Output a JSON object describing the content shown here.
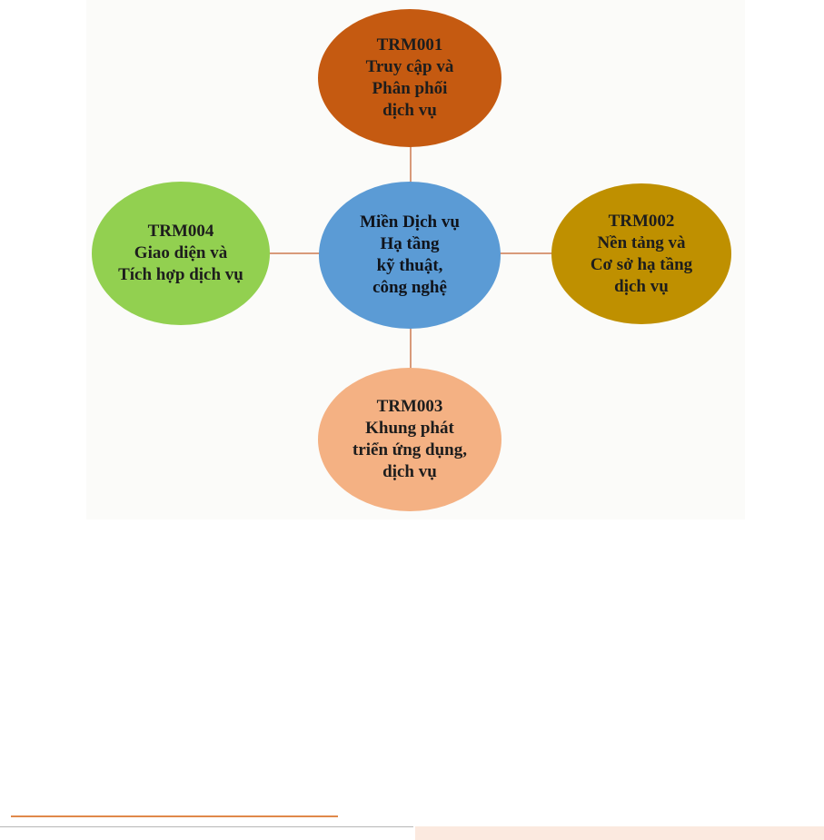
{
  "diagram": {
    "center": {
      "lines": [
        "Miền Dịch vụ",
        "Hạ tầng",
        "kỹ thuật,",
        "công nghệ"
      ],
      "color": "#5b9bd5"
    },
    "nodes": {
      "top": {
        "lines": [
          "TRM001",
          "Truy cập và",
          "Phân phối",
          "dịch vụ"
        ],
        "color": "#c55a11"
      },
      "right": {
        "lines": [
          "TRM002",
          "Nền tảng và",
          "Cơ sở hạ tầng",
          "dịch vụ"
        ],
        "color": "#bf9000"
      },
      "bottom": {
        "lines": [
          "TRM003",
          "Khung phát",
          "triển ứng dụng,",
          "dịch vụ"
        ],
        "color": "#f4b183"
      },
      "left": {
        "lines": [
          "TRM004",
          "Giao diện và",
          "Tích hợp dịch vụ"
        ],
        "color": "#92d050"
      }
    },
    "connector_color": "#d89a7a"
  }
}
